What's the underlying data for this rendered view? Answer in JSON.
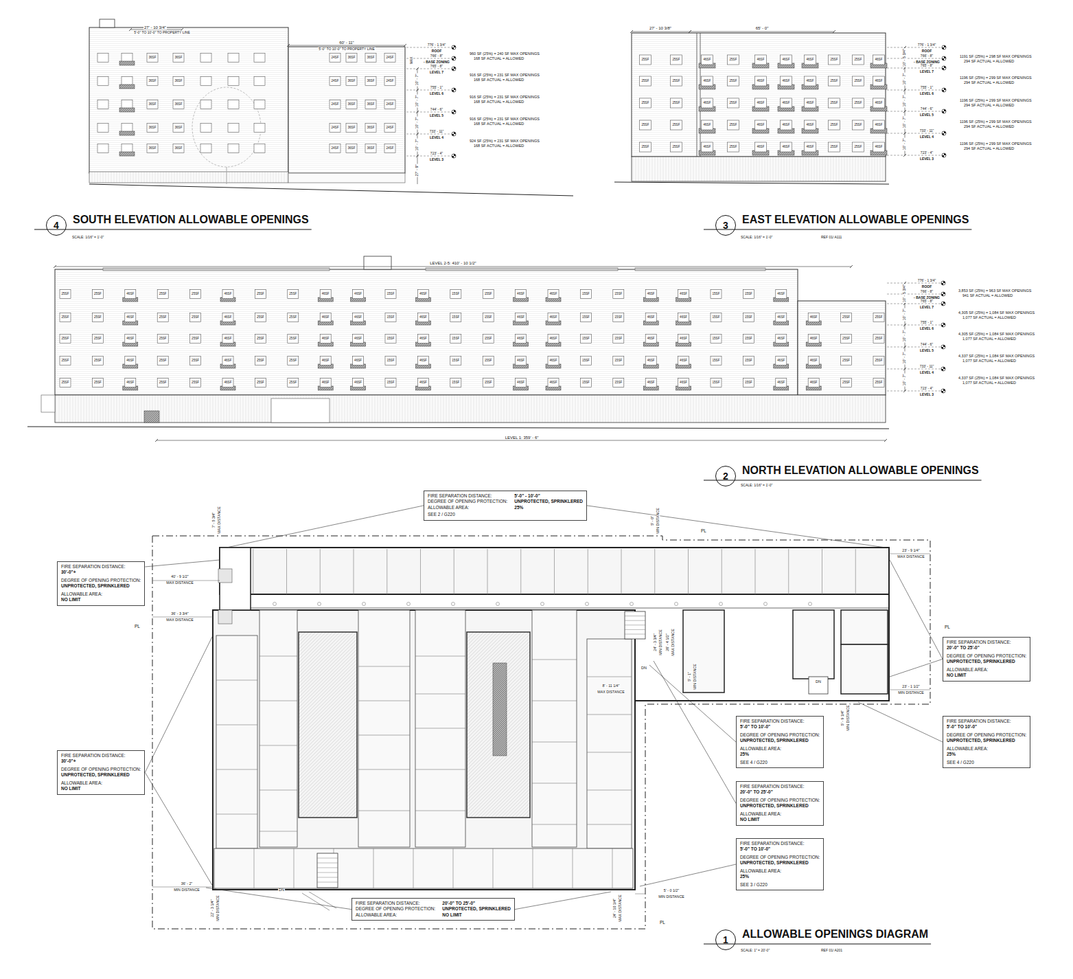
{
  "diagram": {
    "nodes": [
      {
        "text": [
          "4",
          "SOUTH ELEVATION ALLOWABLE OPENINGS"
        ]
      },
      {
        "text": [
          "3",
          "EAST ELEVATION ALLOWABLE OPENINGS"
        ]
      },
      {
        "text": [
          "2",
          "NORTH ELEVATION ALLOWABLE OPENINGS"
        ]
      },
      {
        "text": [
          "FIRE SEPARATION DISTANCE:",
          "5'-0\" - 10'-0\"",
          "DEGREE OF OPENING PROTECTION:",
          "UNPROTECTED, SPRINKLERED",
          "ALLOWABLE AREA:",
          "25%",
          "SEE 2 / G220"
        ]
      },
      {
        "text": [
          "FIRE SEPARATION DISTANCE:",
          "30'-0\"+",
          "DEGREE OF OPENING PROTECTION:",
          "UNPROTECTED, SPRINKLERED",
          "ALLOWABLE AREA:",
          "NO LIMIT"
        ]
      },
      {
        "text": [
          "FIRE SEPARATION DISTANCE:",
          "30'-0\"+",
          "DEGREE OF OPENING PROTECTION:",
          "UNPROTECTED, SPRINKLERED",
          "ALLOWABLE AREA:",
          "NO LIMIT"
        ]
      },
      {
        "text": [
          "FIRE SEPARATION DISTANCE:",
          "20'-0\" TO 25'-0\"",
          "DEGREE OF OPENING PROTECTION:",
          "UNPROTECTED, SPRINKLERED",
          "ALLOWABLE AREA:",
          "NO LIMIT"
        ]
      },
      {
        "text": [
          "FIRE SEPARATION DISTANCE:",
          "5'-0\" TO 10'-0\"",
          "DEGREE OF OPENING PROTECTION:",
          "UNPROTECTED, SPRINKLERED",
          "ALLOWABLE AREA:",
          "25%",
          "SEE 4 / G220"
        ]
      },
      {
        "text": [
          "FIRE SEPARATION DISTANCE:",
          "5'-0\" TO 10'-0\"",
          "DEGREE OF OPENING PROTECTION:",
          "UNPROTECTED, SPRINKLERED",
          "ALLOWABLE AREA:",
          "25%",
          "SEE 4 / G220"
        ]
      },
      {
        "text": [
          "FIRE SEPARATION DISTANCE:",
          "20'-0\" TO 25'-0\"",
          "DEGREE OF OPENING PROTECTION:",
          "UNPROTECTED, SPRINKLERED",
          "ALLOWABLE AREA:",
          "NO LIMIT"
        ]
      },
      {
        "text": [
          "FIRE SEPARATION DISTANCE:",
          "5'-0\" TO 10'-0\"",
          "DEGREE OF OPENING PROTECTION:",
          "UNPROTECTED, SPRINKLERED",
          "ALLOWABLE AREA:",
          "25%",
          "SEE 3 / G220"
        ]
      },
      {
        "text": [
          "FIRE SEPARATION DISTANCE:",
          "20'-0\" TO 25'-0\"",
          "DEGREE OF OPENING PROTECTION:",
          "UNPROTECTED, SPRINKLERED",
          "ALLOWABLE AREA:",
          "NO LIMIT"
        ]
      },
      {
        "text": [
          "1",
          "ALLOWABLE OPENINGS DIAGRAM"
        ]
      }
    ],
    "labels": [
      "27' - 10 3/4\"",
      "5'-0\" TO 10'-0\" TO PROPERTY LINE",
      "60' - 11\"",
      "5'-0\" TO 10'-0\" TO PROPERTY LINE",
      "776' - 1 3/4\"",
      "ROOF",
      "766' - 8\"",
      "- BASE ZONING",
      "765' - 8\"",
      "LEVEL 7",
      "755' - 1\"",
      "LEVEL 6",
      "744' - 6\"",
      "LEVEL 5",
      "733' - 11\"",
      "LEVEL 4",
      "723' - 4\"",
      "LEVEL 3",
      "MAX",
      "10' - 7\"",
      "10' - 7\"",
      "10' - 7\"",
      "10' - 7\"",
      "27' - 9\"",
      "960 SF (25%) = 240 SF MAX OPENINGS",
      "168 SF ACTUAL = ALLOWED",
      "916 SF (25%) = 231 SF MAX OPENINGS",
      "168 SF ACTUAL = ALLOWED",
      "916 SF (25%) = 231 SF MAX OPENINGS",
      "168 SF ACTUAL = ALLOWED",
      "916 SF (25%) = 231 SF MAX OPENINGS",
      "168 SF ACTUAL = ALLOWED",
      "924 SF (25%) = 231 SF MAX OPENINGS",
      "168 SF ACTUAL = ALLOWED",
      "SCALE: 1/16\" = 1'-0\"",
      "36SF",
      "36SF",
      "24SF",
      "36SF",
      "36SF",
      "24SF",
      "36SF",
      "36SF",
      "24SF",
      "36SF",
      "36SF",
      "24SF",
      "36SF",
      "36SF",
      "24SF",
      "36SF",
      "36SF",
      "24SF",
      "36SF",
      "36SF",
      "24SF",
      "36SF",
      "36SF",
      "24SF",
      "36SF",
      "36SF",
      "24SF",
      "36SF",
      "36SF",
      "24SF",
      "27' - 10 3/8\"",
      "65' - 0\"",
      "776' - 1 3/4\"",
      "ROOF",
      "766' - 8\"",
      "- BASE ZONING",
      "765' - 8\"",
      "LEVEL 7",
      "755' - 1\"",
      "LEVEL 6",
      "744' - 6\"",
      "LEVEL 5",
      "733' - 11\"",
      "LEVEL 4",
      "723' - 4\"",
      "LEVEL 3",
      "10' - 5 3/4\"",
      "10' - 7\"",
      "10' - 7\"",
      "10' - 7\"",
      "10' - 7\"",
      "1191 SF (25%) = 298 SF MAX OPENINGS",
      "294 SF ACTUAL = ALLOWED",
      "1196 SF (25%) = 299 SF MAX OPENINGS",
      "294 SF ACTUAL = ALLOWED",
      "1196 SF (25%) = 299 SF MAX OPENINGS",
      "294 SF ACTUAL = ALLOWED",
      "1196 SF (25%) = 299 SF MAX OPENINGS",
      "294 SF ACTUAL = ALLOWED",
      "1196 SF (25%) = 299 SF MAX OPENINGS",
      "294 SF ACTUAL = ALLOWED",
      "SCALE: 1/16\" = 1'-0\"",
      "REF 01/ A111",
      "25SF",
      "25SF",
      "46SF",
      "25SF",
      "46SF",
      "46SF",
      "46SF",
      "25SF",
      "25SF",
      "46SF",
      "25SF",
      "25SF",
      "46SF",
      "25SF",
      "46SF",
      "46SF",
      "46SF",
      "25SF",
      "25SF",
      "46SF",
      "25SF",
      "25SF",
      "46SF",
      "25SF",
      "46SF",
      "46SF",
      "46SF",
      "25SF",
      "25SF",
      "46SF",
      "25SF",
      "25SF",
      "46SF",
      "25SF",
      "46SF",
      "46SF",
      "46SF",
      "25SF",
      "25SF",
      "46SF",
      "25SF",
      "25SF",
      "46SF",
      "25SF",
      "46SF",
      "46SF",
      "46SF",
      "25SF",
      "25SF",
      "46SF",
      "LEVEL 2-5: 410' - 10 1/2\"",
      "LEVEL 1: 359' - 6\"",
      "776' - 1 3/4\"",
      "ROOF",
      "766' - 8\"",
      "- BASE ZONING",
      "765' - 8\"",
      "LEVEL 7",
      "755' - 1\"",
      "LEVEL 6",
      "744' - 6\"",
      "LEVEL 5",
      "733' - 11\"",
      "LEVEL 4",
      "723' - 4\"",
      "LEVEL 3",
      "10' - 5 3/4\"",
      "10' - 7\"",
      "10' - 7\"",
      "10' - 7\"",
      "10' - 7\"",
      "3,853 SF (25%) = 963 SF MAX OPENINGS",
      "941 SF ACTUAL = ALLOWED",
      "4,305 SF (25%) = 1,084 SF MAX OPENINGS",
      "1,077 SF ACTUAL = ALLOWED",
      "4,305 SF (25%) = 1,084 SF MAX OPENINGS",
      "1,077 SF ACTUAL = ALLOWED",
      "4,337 SF (25%) = 1,084 SF MAX OPENINGS",
      "1,077 SF ACTUAL = ALLOWED",
      "4,337 SF (25%) = 1,084 SF MAX OPENINGS",
      "1,077 SF ACTUAL = ALLOWED",
      "SCALE: 1/16\" = 1'-0\"",
      "25SF",
      "25SF",
      "46SF",
      "25SF",
      "25SF",
      "46SF",
      "25SF",
      "25SF",
      "46SF",
      "46SF",
      "15SF",
      "46SF",
      "15SF",
      "15SF",
      "46SF",
      "46SF",
      "15SF",
      "15SF",
      "46SF",
      "46SF",
      "15SF",
      "15SF",
      "46SF",
      "25SF",
      "25SF",
      "46SF",
      "25SF",
      "25SF",
      "46SF",
      "25SF",
      "25SF",
      "46SF",
      "46SF",
      "15SF",
      "46SF",
      "15SF",
      "15SF",
      "46SF",
      "46SF",
      "15SF",
      "15SF",
      "46SF",
      "46SF",
      "15SF",
      "15SF",
      "46SF",
      "46SF",
      "25SF",
      "25SF",
      "25SF",
      "25SF",
      "46SF",
      "25SF",
      "25SF",
      "46SF",
      "25SF",
      "25SF",
      "46SF",
      "46SF",
      "15SF",
      "46SF",
      "15SF",
      "15SF",
      "46SF",
      "46SF",
      "15SF",
      "15SF",
      "46SF",
      "46SF",
      "15SF",
      "15SF",
      "46SF",
      "46SF",
      "25SF",
      "25SF",
      "25SF",
      "25SF",
      "46SF",
      "25SF",
      "25SF",
      "46SF",
      "25SF",
      "25SF",
      "46SF",
      "46SF",
      "15SF",
      "46SF",
      "15SF",
      "15SF",
      "46SF",
      "46SF",
      "15SF",
      "15SF",
      "46SF",
      "46SF",
      "15SF",
      "15SF",
      "46SF",
      "46SF",
      "25SF",
      "25SF",
      "25SF",
      "25SF",
      "46SF",
      "25SF",
      "25SF",
      "46SF",
      "25SF",
      "25SF",
      "46SF",
      "46SF",
      "15SF",
      "46SF",
      "15SF",
      "15SF",
      "46SF",
      "46SF",
      "15SF",
      "15SF",
      "46SF",
      "46SF",
      "15SF",
      "15SF",
      "46SF",
      "46SF",
      "25SF",
      "25SF",
      "7' - 5 3/4\"",
      "MAX DISTANCE",
      "40' - 9 1/2\"",
      "MAX DISTANCE",
      "36' - 3 3/4\"",
      "MAX DISTANCE",
      "5' - 0\"",
      "MIN DISTANCE",
      "23' - 9 1/4\"",
      "MAX DISTANCE",
      "24' - 3 3/4\"",
      "MIN DISTANCE",
      "26' - 4 1/2\"",
      "MAX DISTANCE",
      "5' - 1\"",
      "MIN DISTANCE",
      "8' - 11 1/4\"",
      "MAX DISTANCE",
      "23' - 1 1/2\"",
      "MIN DISTANCE",
      "5' - 9 1/4\"",
      "MIN DISTANCE",
      "36' - 2\"",
      "MIN DISTANCE",
      "5' - 0 1/2\"",
      "MIN DISTANCE",
      "22' - 3 1/4\"",
      "MIN DISTANCE",
      "24' - 10 1/4\"",
      "MAX DISTANCE",
      "PL",
      "PL",
      "PL",
      "PL",
      "DN",
      "DN",
      "DN",
      "SCALE: 1\" = 20'-0\"",
      "REF 01/ A201"
    ]
  }
}
